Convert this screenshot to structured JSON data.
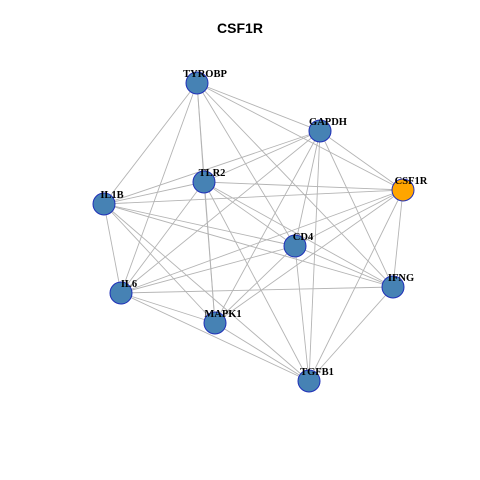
{
  "title": "CSF1R",
  "colors": {
    "node_default": "#4682B4",
    "node_highlight": "#FFA500",
    "node_stroke": "#1F2FB8",
    "edge": "#B4B4B4"
  },
  "nodes": [
    {
      "id": "TYROBP",
      "label": "TYROBP",
      "highlight": false
    },
    {
      "id": "GAPDH",
      "label": "GAPDH",
      "highlight": false
    },
    {
      "id": "CSF1R",
      "label": "CSF1R",
      "highlight": true
    },
    {
      "id": "TLR2",
      "label": "TLR2",
      "highlight": false
    },
    {
      "id": "IL1B",
      "label": "IL1B",
      "highlight": false
    },
    {
      "id": "CD4",
      "label": "CD4",
      "highlight": false
    },
    {
      "id": "IFNG",
      "label": "IFNG",
      "highlight": false
    },
    {
      "id": "IL6",
      "label": "IL6",
      "highlight": false
    },
    {
      "id": "MAPK1",
      "label": "MAPK1",
      "highlight": false
    },
    {
      "id": "TGFB1",
      "label": "TGFB1",
      "highlight": false
    }
  ],
  "edges": [
    [
      "TYROBP",
      "GAPDH"
    ],
    [
      "TYROBP",
      "CSF1R"
    ],
    [
      "TYROBP",
      "IL1B"
    ],
    [
      "TYROBP",
      "CD4"
    ],
    [
      "TYROBP",
      "IFNG"
    ],
    [
      "TYROBP",
      "IL6"
    ],
    [
      "TYROBP",
      "MAPK1"
    ],
    [
      "TYROBP",
      "TLR2"
    ],
    [
      "GAPDH",
      "CSF1R"
    ],
    [
      "GAPDH",
      "TLR2"
    ],
    [
      "GAPDH",
      "IL1B"
    ],
    [
      "GAPDH",
      "CD4"
    ],
    [
      "GAPDH",
      "IFNG"
    ],
    [
      "GAPDH",
      "IL6"
    ],
    [
      "GAPDH",
      "MAPK1"
    ],
    [
      "GAPDH",
      "TGFB1"
    ],
    [
      "CSF1R",
      "TLR2"
    ],
    [
      "CSF1R",
      "IL1B"
    ],
    [
      "CSF1R",
      "CD4"
    ],
    [
      "CSF1R",
      "IFNG"
    ],
    [
      "CSF1R",
      "IL6"
    ],
    [
      "CSF1R",
      "MAPK1"
    ],
    [
      "CSF1R",
      "TGFB1"
    ],
    [
      "TLR2",
      "IL1B"
    ],
    [
      "TLR2",
      "CD4"
    ],
    [
      "TLR2",
      "IFNG"
    ],
    [
      "TLR2",
      "IL6"
    ],
    [
      "TLR2",
      "MAPK1"
    ],
    [
      "TLR2",
      "TGFB1"
    ],
    [
      "IL1B",
      "CD4"
    ],
    [
      "IL1B",
      "IFNG"
    ],
    [
      "IL1B",
      "IL6"
    ],
    [
      "IL1B",
      "MAPK1"
    ],
    [
      "IL1B",
      "TGFB1"
    ],
    [
      "CD4",
      "IFNG"
    ],
    [
      "CD4",
      "IL6"
    ],
    [
      "CD4",
      "MAPK1"
    ],
    [
      "CD4",
      "TGFB1"
    ],
    [
      "IFNG",
      "IL6"
    ],
    [
      "IFNG",
      "TGFB1"
    ],
    [
      "IL6",
      "MAPK1"
    ],
    [
      "IL6",
      "TGFB1"
    ],
    [
      "MAPK1",
      "TGFB1"
    ]
  ]
}
